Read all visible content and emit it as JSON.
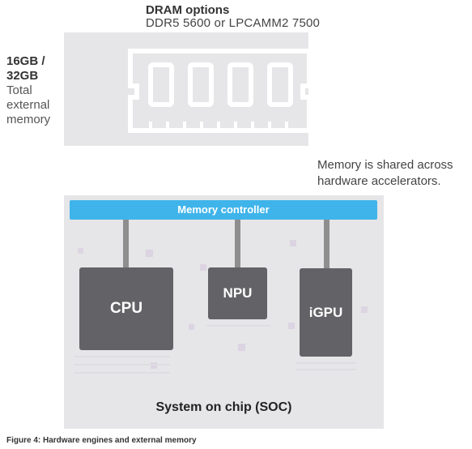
{
  "dram": {
    "title": "DRAM options",
    "subtitle": "DDR5 5600 or LPCAMM2 7500"
  },
  "memory_size": {
    "value": "16GB / 32GB",
    "description": "Total external memory"
  },
  "shared_note": "Memory is shared across hardware accelerators.",
  "memory_controller": "Memory controller",
  "engines": {
    "cpu": "CPU",
    "npu": "NPU",
    "igpu": "iGPU"
  },
  "soc_label": "System on chip (SOC)",
  "caption": "Figure 4: Hardware engines and external memory",
  "colors": {
    "panel": "#e6e6e8",
    "memory_controller": "#3fb4ea",
    "engine": "#636367",
    "bus_lines": "#e2b8ef"
  }
}
